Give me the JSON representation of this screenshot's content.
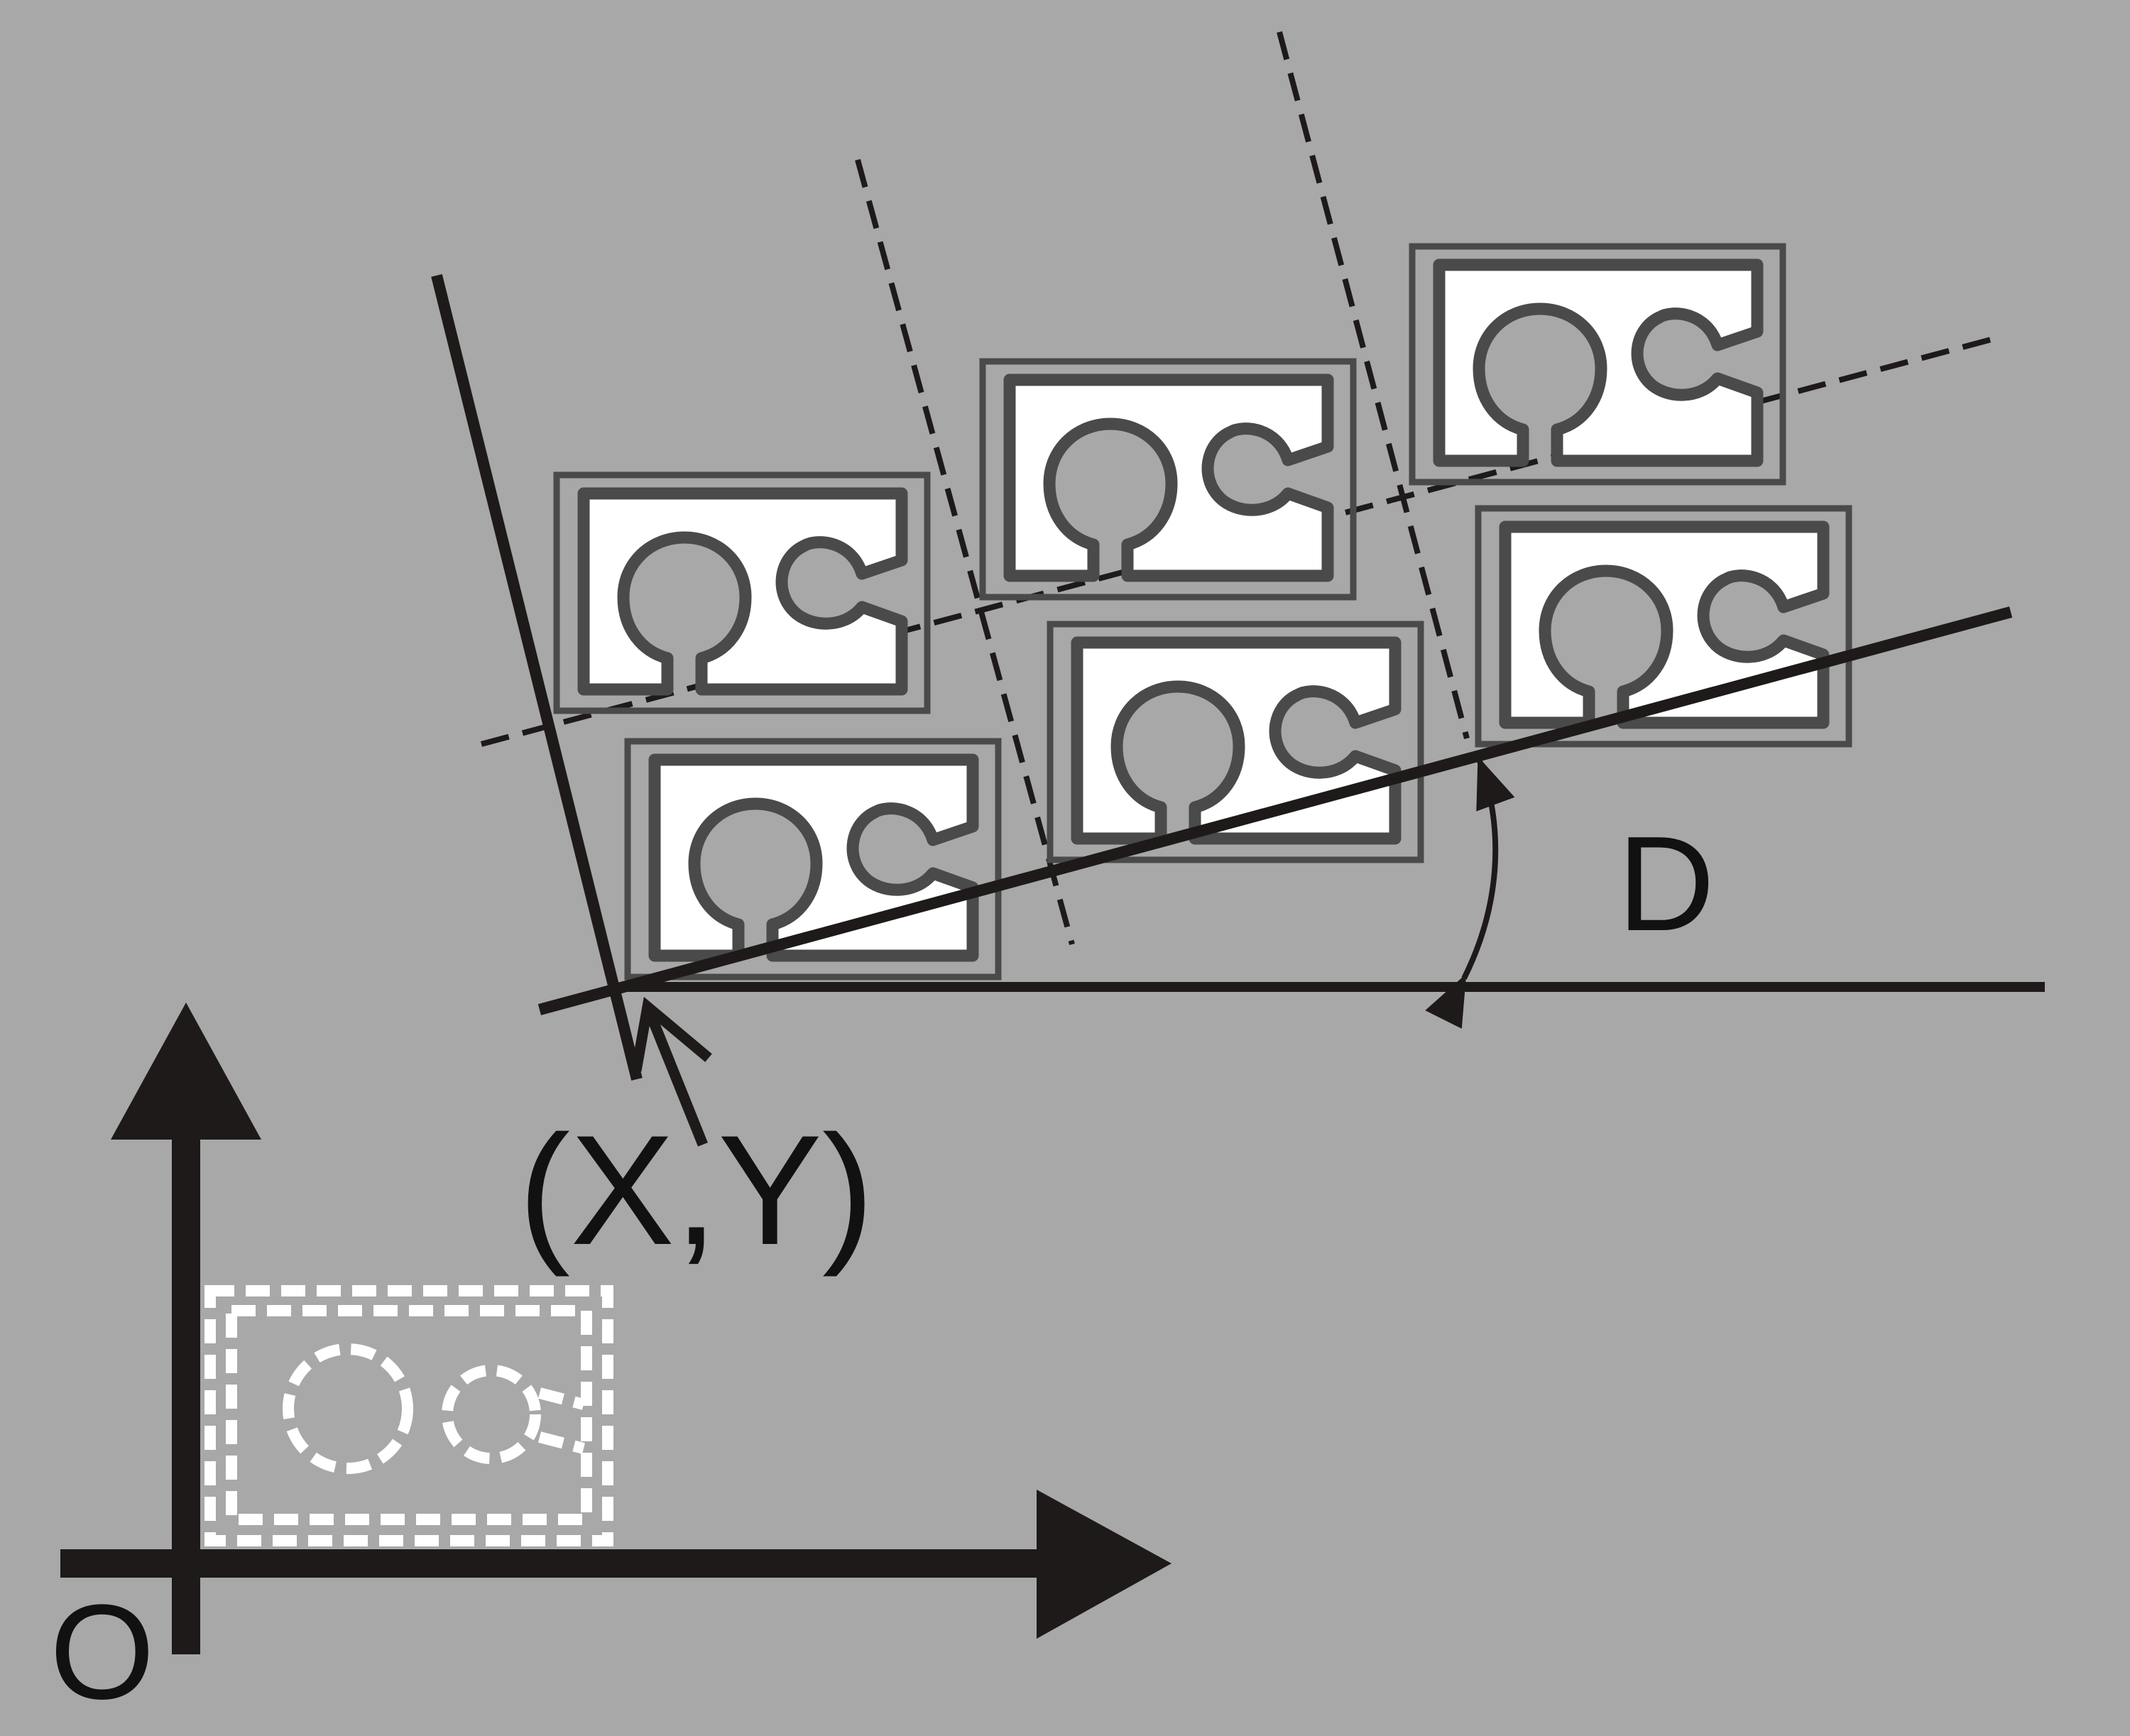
{
  "colors": {
    "background": "#a8a8a8",
    "line": "#1e1a1a",
    "component_outline": "#4a4a4a",
    "component_fill": "#ffffff",
    "reference_outline": "#ffffff"
  },
  "labels": {
    "origin": "O",
    "coordinate": "(X,Y)",
    "angle": "D"
  },
  "components": {
    "count": 6,
    "icon": "pcb-component-icon"
  }
}
